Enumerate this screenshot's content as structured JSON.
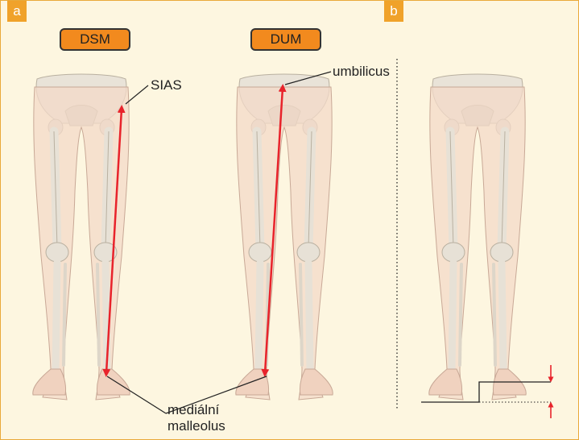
{
  "panels": {
    "a": {
      "tag": "a",
      "methods": [
        "DSM",
        "DUM"
      ]
    },
    "b": {
      "tag": "b"
    }
  },
  "labels": {
    "sias": "SIAS",
    "umbilicus": "umbilicus",
    "medial_malleolus_line1": "mediální",
    "medial_malleolus_line2": "malleolus"
  },
  "colors": {
    "border": "#e9a93a",
    "tag": "#f0a22a",
    "method_box": "#f28a1e",
    "measure_arrow": "#e8232b",
    "background": "#fdf6e0",
    "skin": "#f3d9c8",
    "bone": "#e7e1d6"
  },
  "icons": [
    "skeleton-legs-figure",
    "measurement-arrow"
  ]
}
